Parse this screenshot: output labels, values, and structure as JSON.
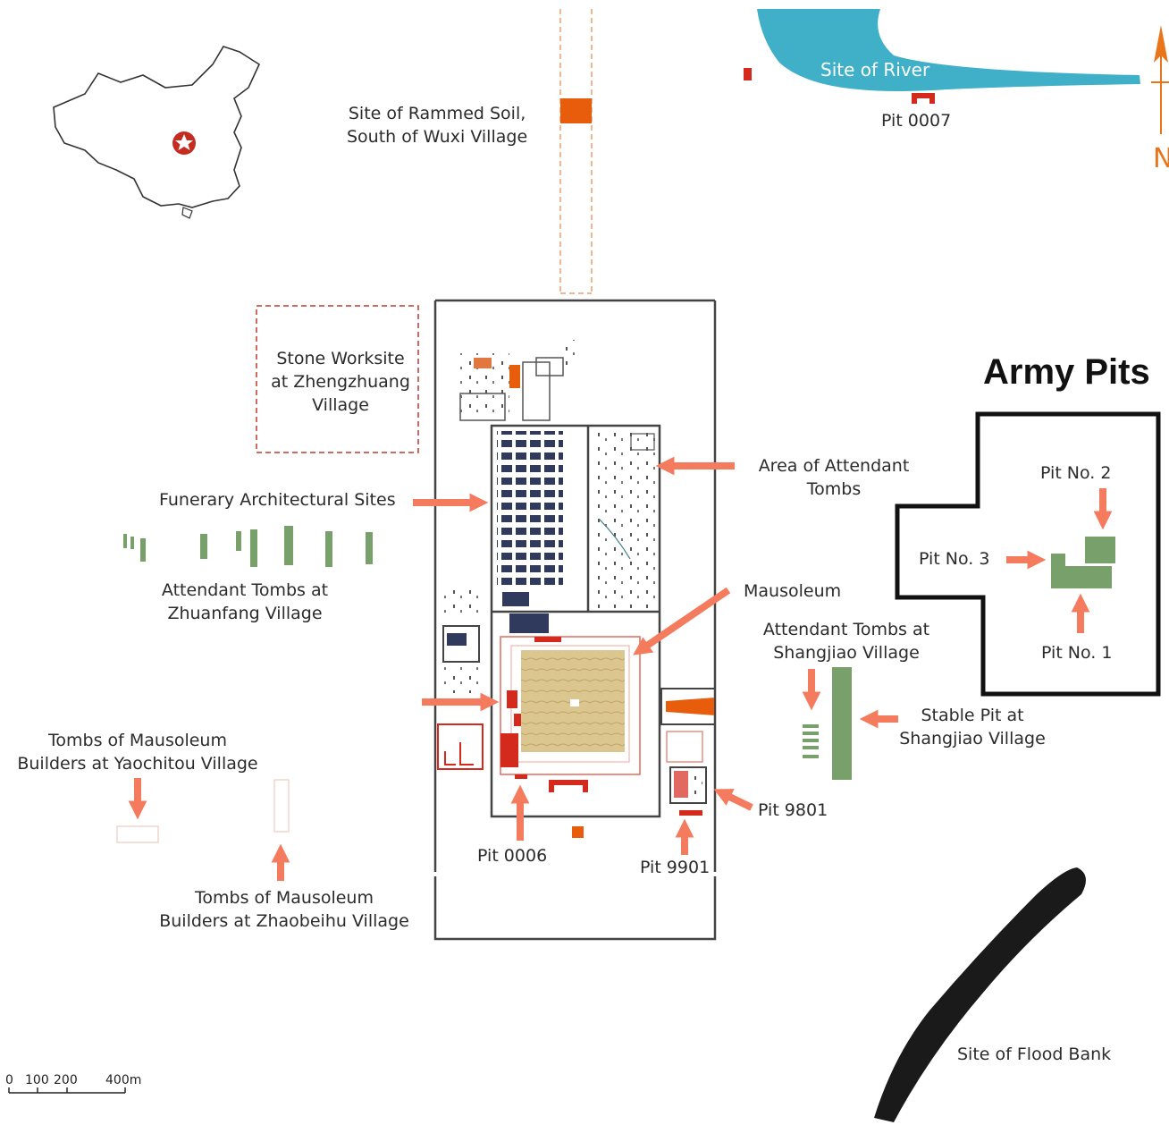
{
  "title": "Army Pits",
  "labels": {
    "rammed_soil": [
      "Site of Rammed Soil,",
      "South of Wuxi Village"
    ],
    "river": "Site of River",
    "pit_0007": "Pit 0007",
    "stone_worksite": [
      "Stone Worksite",
      "at Zhengzhuang",
      "Village"
    ],
    "attendant_area": [
      "Area of Attendant",
      "Tombs"
    ],
    "funerary": "Funerary Architectural Sites",
    "zhuanfang": [
      "Attendant Tombs at",
      "Zhuanfang Village"
    ],
    "mausoleum": "Mausoleum",
    "shangjiao_tombs": [
      "Attendant Tombs at",
      "Shangjiao Village"
    ],
    "stable_pit": [
      "Stable Pit at",
      "Shangjiao Village"
    ],
    "yaochitou": [
      "Tombs of Mausoleum",
      "Builders at Yaochitou Village"
    ],
    "pit_9801": "Pit 9801",
    "pit_0006": "Pit 0006",
    "pit_9901": "Pit 9901",
    "zhaobeihu": [
      "Tombs of Mausoleum",
      "Builders at Zhaobeihu Village"
    ],
    "flood_bank": "Site of Flood Bank",
    "pit_no2": "Pit No. 2",
    "pit_no3": "Pit No. 3",
    "pit_no1": "Pit No. 1",
    "north": "N"
  },
  "scale": [
    "0",
    "100",
    "200",
    "400m"
  ],
  "colors": {
    "arrow": "#f47b5e",
    "green": "#77a06a",
    "river": "#3fb0c8",
    "red": "#d42a1e",
    "orange": "#e85d0c",
    "wall": "#444444",
    "dark_block": "#2f3a5c",
    "mound": "#d8c28b"
  },
  "icons": [
    "china-outline-icon",
    "star-location-icon",
    "north-arrow-icon"
  ]
}
